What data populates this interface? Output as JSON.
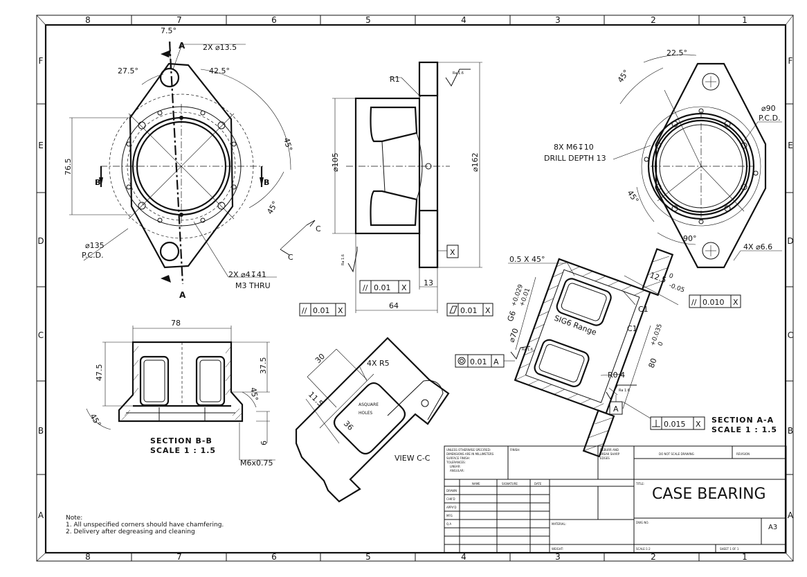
{
  "zones": {
    "columns_top": [
      "8",
      "7",
      "6",
      "5",
      "4",
      "3",
      "2",
      "1"
    ],
    "columns_bottom": [
      "8",
      "7",
      "6",
      "5",
      "4",
      "3",
      "2",
      "1"
    ],
    "rows_left": [
      "F",
      "E",
      "D",
      "C",
      "B",
      "A"
    ],
    "rows_right": [
      "F",
      "E",
      "D",
      "C",
      "B",
      "A"
    ]
  },
  "front_view": {
    "angle_7_5": "7.5°",
    "angle_27_5": "27.5°",
    "angle_42_5": "42.5°",
    "angle_45_upper": "45°",
    "angle_45_lower": "45°",
    "holes_13_5": "2X ⌀13.5",
    "height_76_5": "76.5",
    "pcd_135_line1": "⌀135",
    "pcd_135_line2": "P.C.D.",
    "tapped_line1": "2X ⌀4↧41",
    "tapped_line2": "M3 THRU",
    "section_a_top": "A",
    "section_a_bottom": "A",
    "section_b_left": "B",
    "section_b_right": "B",
    "view_c_top": "C",
    "view_c_bottom": "C"
  },
  "side_view": {
    "r1": "R1",
    "dia_105": "⌀105",
    "dia_162": "⌀162",
    "dim_13": "13",
    "dim_64": "64",
    "parallel_a": "0.01",
    "parallel_b": "0.01",
    "flatness": "0.01",
    "datum_x": "X",
    "datum_x_ref_a": "X",
    "datum_x_ref_b": "X",
    "datum_x_ref_c": "X",
    "roughness_top": "Ra 1.6",
    "roughness_left": "Ra 1.6"
  },
  "rear_view": {
    "angle_22_5": "22.5°",
    "angle_45_upper": "45°",
    "angle_45_lower": "45°",
    "angle_90": "90°",
    "pcd_90_line1": "⌀90",
    "pcd_90_line2": "P.C.D.",
    "tapped_line1": "8X M6↧10",
    "tapped_line2": "DRILL DEPTH 13",
    "holes_6_6": "4X ⌀6.6"
  },
  "section_b": {
    "width_78": "78",
    "height_47_5": "47.5",
    "height_37_5": "37.5",
    "angle_45_left": "45°",
    "angle_45_right": "45°",
    "dim_6": "6",
    "thread": "M6x0.75",
    "title_line1": "SECTION B-B",
    "title_line2": "SCALE 1 : 1.5"
  },
  "view_c": {
    "dim_30": "30",
    "dim_11_5": "11.5",
    "dim_36": "36",
    "radius": "4X R5",
    "note_line1": "ASQUARE",
    "note_line2": "HOLES",
    "label": "VIEW C-C"
  },
  "section_a": {
    "chamfer": "0.5 X 45°",
    "fit_main": "G6",
    "fit_upper": "+0.029",
    "fit_lower": "+0.01",
    "dia_70": "⌀70",
    "range_note": "SIG6 Range",
    "dim_12_5": "12.5",
    "dim_12_5_upper": "0",
    "dim_12_5_lower": "-0.05",
    "c1_top": "C1",
    "c1_bottom": "C1",
    "dim_80": "80",
    "dim_80_upper": "+0.035",
    "dim_80_lower": "0",
    "r04": "R0.4",
    "parallel_val": "0.010",
    "parallel_ref": "X",
    "concentric_val": "0.01",
    "concentric_ref": "A",
    "perp_val": "0.015",
    "perp_ref": "X",
    "datum_a": "A",
    "roughness_a": "Ra 1.6",
    "roughness_b": "Ra 1.6",
    "title_line1": "SECTION A-A",
    "title_line2": "SCALE 1 : 1.5"
  },
  "notes": {
    "heading": "Note:",
    "line1": "1. All unspecified corners should have chamfering.",
    "line2": "2. Delivery after degreasing and cleaning"
  },
  "title_block": {
    "general_notes": [
      "UNLESS OTHERWISE SPECIFIED:",
      "DIMENSIONS ARE IN MILLIMETERS",
      "SURFACE FINISH:",
      "TOLERANCES:",
      "LINEAR:",
      "ANGULAR:"
    ],
    "finish": "FINISH:",
    "deburr": [
      "DEBURR AND",
      "BREAK SHARP",
      "EDGES"
    ],
    "do_not_scale": "DO NOT SCALE DRAWING",
    "revision": "REVISION",
    "col_name": "NAME",
    "col_signature": "SIGNATURE",
    "col_date": "DATE",
    "rows": [
      "DRAWN",
      "CHK'D",
      "APPV'D",
      "MFG",
      "Q.A"
    ],
    "title_label": "TITLE:",
    "title": "CASE BEARING",
    "material": "MATERIAL:",
    "dwg_no": "DWG NO.",
    "size": "A3",
    "weight": "WEIGHT:",
    "scale": "SCALE:1:2",
    "sheet": "SHEET 1 OF 1"
  }
}
